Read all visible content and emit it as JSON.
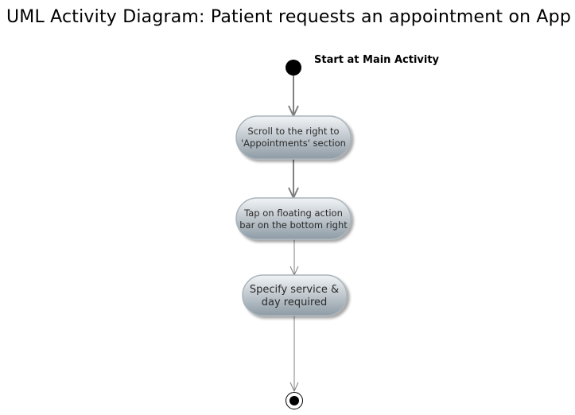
{
  "title": "UML Activity Diagram: Patient requests an appointment on App",
  "start": {
    "label": "Start at Main Activity"
  },
  "activities": [
    {
      "lines": [
        "Scroll to the right to",
        "'Appointments' section"
      ]
    },
    {
      "lines": [
        "Tap on floating action",
        "bar on the bottom right"
      ]
    },
    {
      "lines": [
        "Specify service &",
        "day required"
      ]
    }
  ],
  "colors": {
    "node_fill_top": "#f1f4f6",
    "node_fill_bottom": "#8e9ba5",
    "node_stroke": "#a9b4bb",
    "arrow_stroke": "#808080",
    "start_fill": "#000000"
  }
}
